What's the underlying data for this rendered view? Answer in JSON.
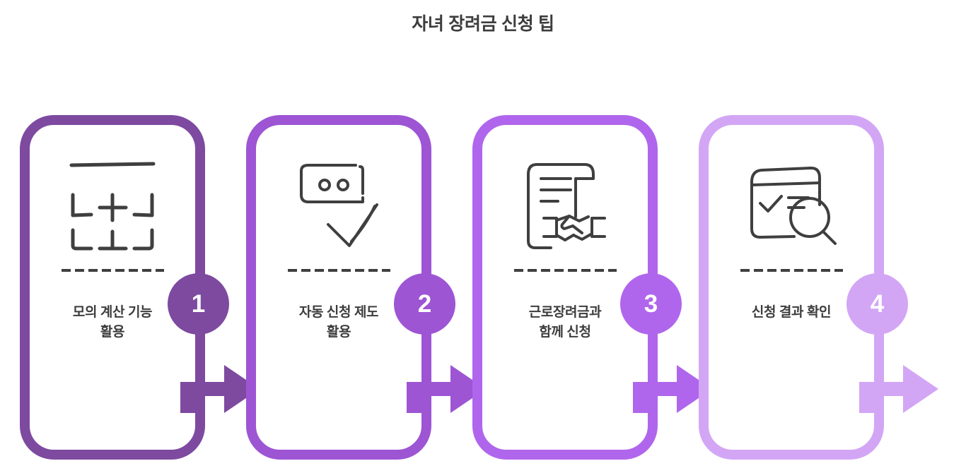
{
  "page": {
    "title": "자녀 장려금 신청 팁",
    "background_color": "#FFFFFF",
    "text_color": "#3D3D3D",
    "divider_color": "#3F3F3F",
    "icon_stroke_color": "#3F3F3F"
  },
  "steps": [
    {
      "number": "1",
      "label": "모의 계산 기능\n활용",
      "icon": "calculator-grid-icon",
      "color": "#7D4AA0"
    },
    {
      "number": "2",
      "label": "자동 신청 제도\n활용",
      "icon": "chatbot-check-icon",
      "color": "#9D55D4"
    },
    {
      "number": "3",
      "label": "근로장려금과\n함께 신청",
      "icon": "document-handshake-icon",
      "color": "#B066EC"
    },
    {
      "number": "4",
      "label": "신청 결과 확인",
      "icon": "browser-magnifier-icon",
      "color": "#D3A6F5"
    }
  ]
}
